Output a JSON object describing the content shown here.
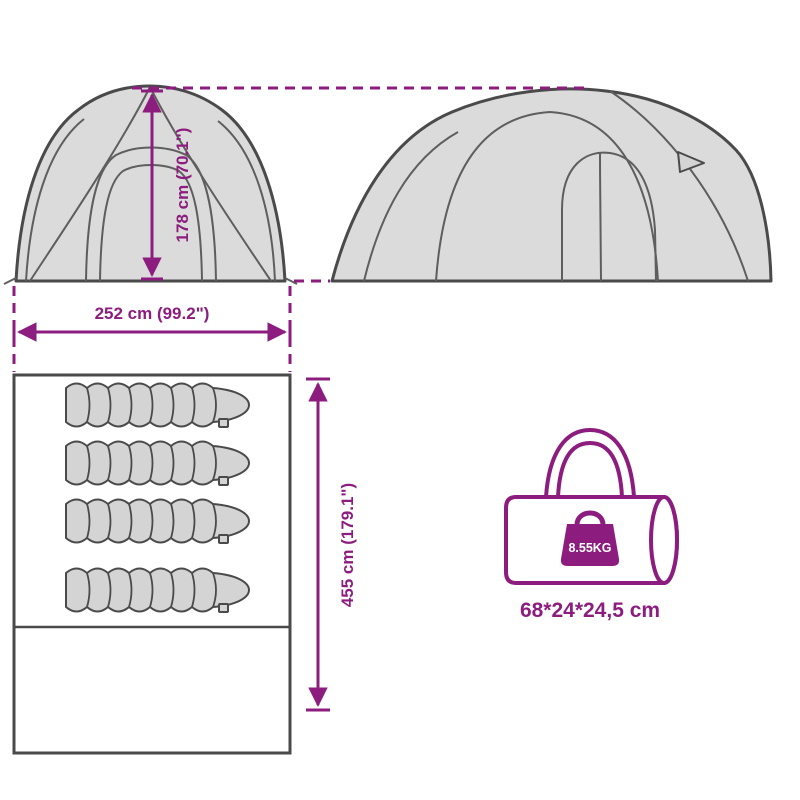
{
  "colors": {
    "accent": "#8C1D7F",
    "outline": "#4A4A4A",
    "inner-line": "#5E5E5E",
    "tent-fill": "#DBDBDB",
    "bag-fill": "#D4D4D4"
  },
  "dimensions": {
    "height_label": "178 cm (70.1\")",
    "width_label": "252 cm (99.2\")",
    "length_label": "455 cm (179.1\")"
  },
  "carry_bag": {
    "weight_label": "8.55KG",
    "size_label": "68*24*24,5 cm"
  }
}
